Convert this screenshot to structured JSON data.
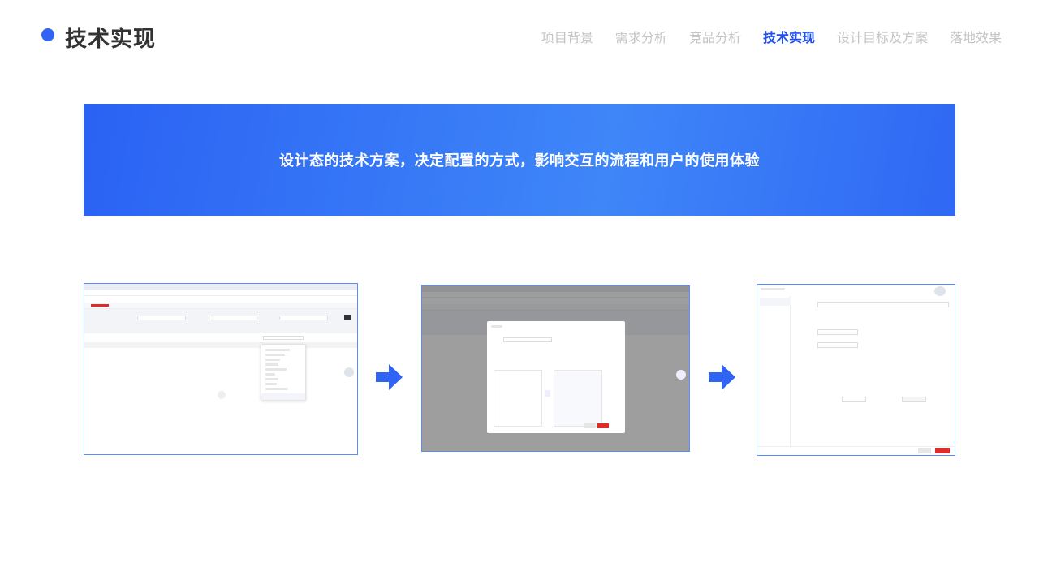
{
  "header": {
    "title": "技术实现",
    "accent": "#2f64f5"
  },
  "nav": {
    "items": [
      {
        "label": "项目背景",
        "active": false
      },
      {
        "label": "需求分析",
        "active": false
      },
      {
        "label": "竞品分析",
        "active": false
      },
      {
        "label": "技术实现",
        "active": true
      },
      {
        "label": "设计目标及方案",
        "active": false
      },
      {
        "label": "落地效果",
        "active": false
      }
    ]
  },
  "banner": {
    "text": "设计态的技术方案，决定配置的方式，影响交互的流程和用户的使用体验"
  },
  "screens": [
    {
      "name": "list-page-with-column-menu"
    },
    {
      "name": "column-settings-dialog"
    },
    {
      "name": "chart-style-settings-dialog"
    }
  ],
  "icons": [
    "arrow-right-icon",
    "arrow-right-icon"
  ]
}
